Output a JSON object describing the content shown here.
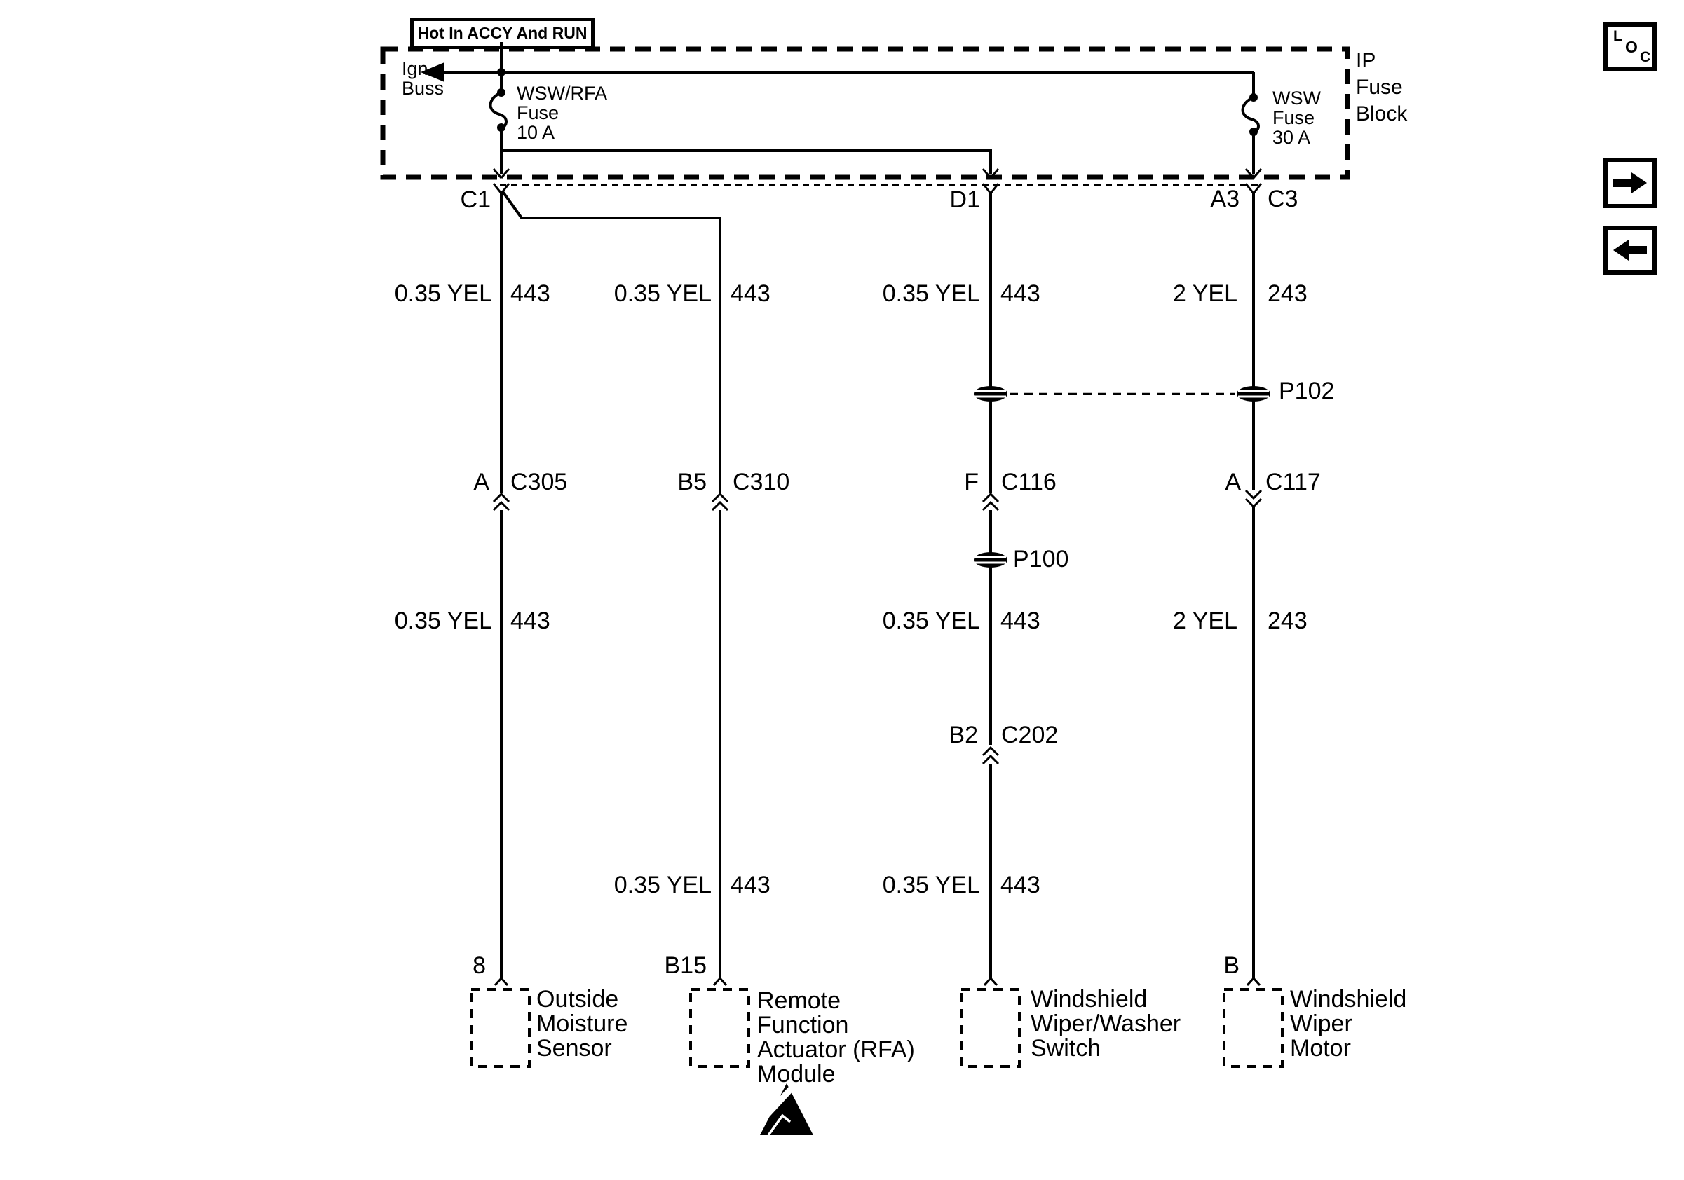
{
  "title": "Hot In ACCY And RUN",
  "fuse_block_label": {
    "l1": "IP",
    "l2": "Fuse",
    "l3": "Block"
  },
  "ign": {
    "l1": "Ign",
    "l2": "Buss"
  },
  "fuse_left": {
    "l1": "WSW/RFA",
    "l2": "Fuse",
    "l3": "10 A"
  },
  "fuse_right": {
    "l1": "WSW",
    "l2": "Fuse",
    "l3": "30 A"
  },
  "top_connectors": {
    "c1": "C1",
    "d1": "D1",
    "a3": "A3",
    "c3": "C3"
  },
  "splices": {
    "p102": "P102",
    "p100": "P100"
  },
  "row1": {
    "g1": "0.35 YEL",
    "n1": "443",
    "g2": "0.35 YEL",
    "n2": "443",
    "g3": "0.35 YEL",
    "n3": "443",
    "g4": "2 YEL",
    "n4": "243"
  },
  "conn_mid": {
    "p1": "A",
    "c1": "C305",
    "p2": "B5",
    "c2": "C310",
    "p3": "F",
    "c3": "C116",
    "p4": "A",
    "c4": "C117"
  },
  "row2": {
    "g1": "0.35 YEL",
    "n1": "443",
    "g3": "0.35 YEL",
    "n3": "443",
    "g4": "2 YEL",
    "n4": "243"
  },
  "conn_c202": {
    "pin": "B2",
    "name": "C202"
  },
  "row3": {
    "g2": "0.35 YEL",
    "n2": "443",
    "g3": "0.35 YEL",
    "n3": "443"
  },
  "pins": {
    "p1": "8",
    "p2": "B15",
    "p4": "B"
  },
  "components": {
    "moisture": [
      "Outside",
      "Moisture",
      "Sensor"
    ],
    "rfa": [
      "Remote",
      "Function",
      "Actuator (RFA)",
      "Module"
    ],
    "switch": [
      "Windshield",
      "Wiper/Washer",
      "Switch"
    ],
    "motor": [
      "Windshield",
      "Wiper",
      "Motor"
    ]
  },
  "nav": {
    "loc_l": "L",
    "loc_o": "O",
    "loc_c": "C"
  },
  "colors": {
    "line": "#000000",
    "background": "#ffffff"
  }
}
